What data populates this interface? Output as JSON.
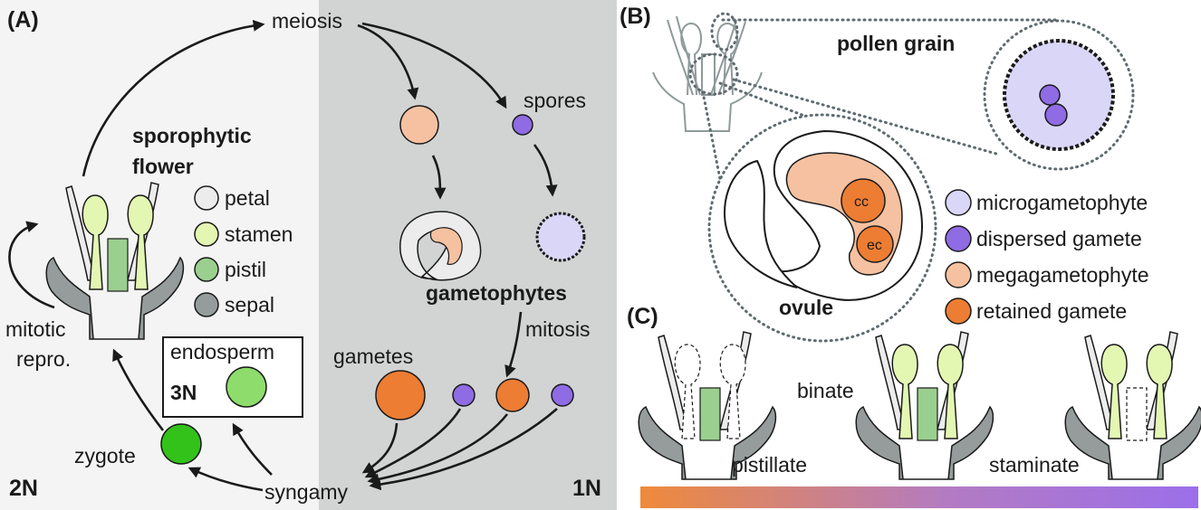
{
  "panel_a": {
    "label": "(A)",
    "ploidy_left": "2N",
    "ploidy_right": "1N",
    "meiosis": "meiosis",
    "spores": "spores",
    "sporophytic": "sporophytic",
    "flower": "flower",
    "legend": {
      "petal": "petal",
      "stamen": "stamen",
      "pistil": "pistil",
      "sepal": "sepal"
    },
    "gametophytes": "gametophytes",
    "mitosis": "mitosis",
    "mitotic": "mitotic",
    "repro": "repro.",
    "endosperm": "endosperm",
    "three_n": "3N",
    "gametes": "gametes",
    "zygote": "zygote",
    "syngamy": "syngamy"
  },
  "panel_b": {
    "label": "(B)",
    "pollen_grain": "pollen grain",
    "ovule": "ovule",
    "cc": "cc",
    "ec": "ec",
    "legend": {
      "microgametophyte": "microgametophyte",
      "dispersed_gamete": "dispersed gamete",
      "megagametophyte": "megagametophyte",
      "retained_gamete": "retained gamete"
    }
  },
  "panel_c": {
    "label": "(C)",
    "pistillate": "pistillate",
    "binate": "binate",
    "staminate": "staminate",
    "gradient": [
      "#ef8a3a",
      "#9b6fe9"
    ]
  },
  "colors": {
    "petal": "#ececec",
    "stamen": "#e3f7b3",
    "pistil": "#9bcf8f",
    "sepal": "#969c9c",
    "microgametophyte": "#dad6f7",
    "dispersed_gamete": "#8f6be4",
    "megagametophyte": "#f5c1a1",
    "retained_gamete": "#ec7d33",
    "endosperm": "#8ddc6c",
    "zygote": "#32c21a",
    "haploid_bg": "#d2d4d4",
    "diploid_bg": "#f4f4f4"
  }
}
